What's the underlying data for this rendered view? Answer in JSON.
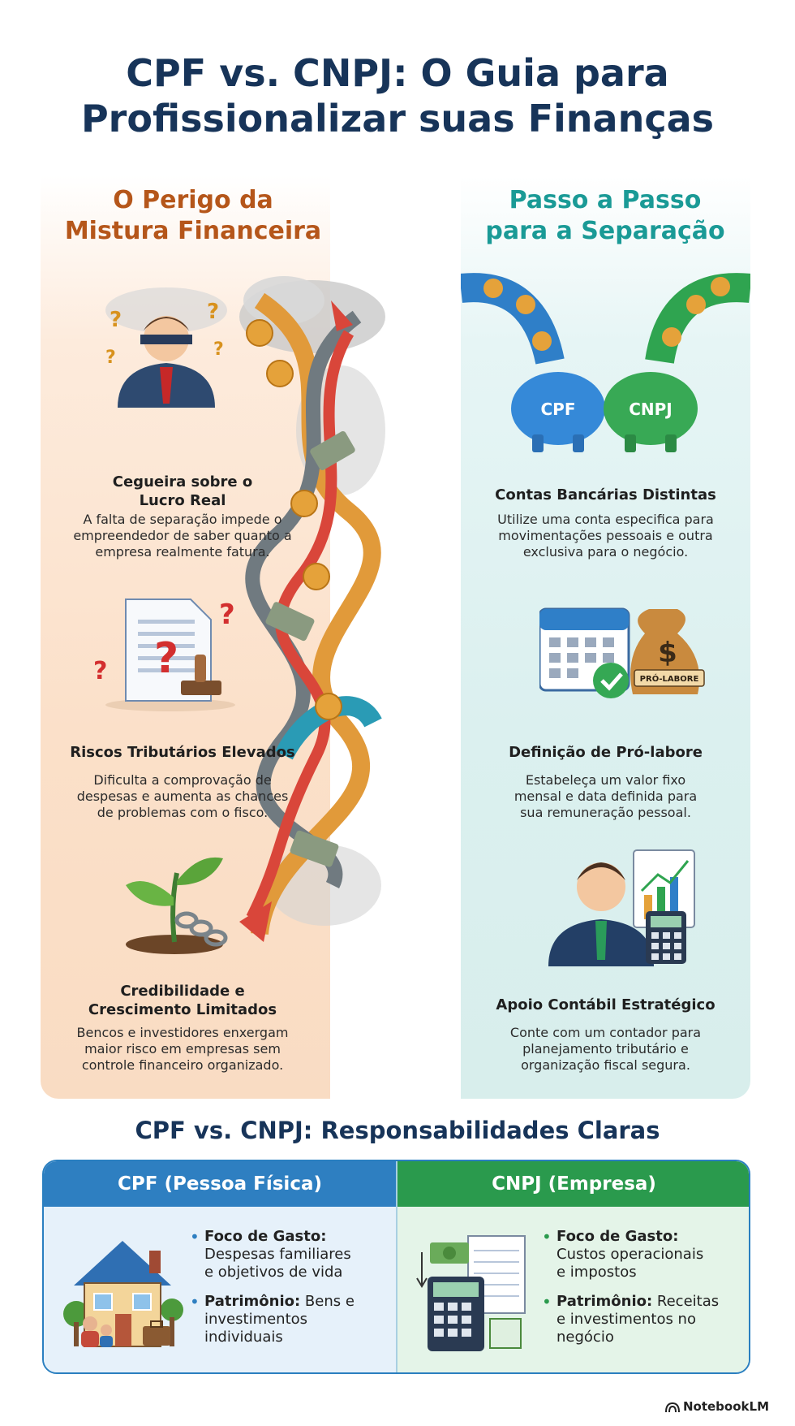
{
  "title": {
    "line1": "CPF vs. CNPJ: O Guia para",
    "line2": "Profissionalizar suas Finanças"
  },
  "left": {
    "heading_line1": "O Perigo da",
    "heading_line2": "Mistura Financeira",
    "items": [
      {
        "title_lines": [
          "Cegueira sobre o",
          "Lucro Real"
        ],
        "desc_lines": [
          "A falta de separação impede o",
          "empreendedor de saber quanto a",
          "empresa realmente fatura."
        ],
        "icon": "blindfolded-person-icon"
      },
      {
        "title_lines": [
          "Riscos Tributários Elevados"
        ],
        "desc_lines": [
          "Dificulta a comprovação de",
          "despesas e aumenta as chances",
          "de problemas com o fisco."
        ],
        "icon": "document-question-icon"
      },
      {
        "title_lines": [
          "Credibilidade e",
          "Crescimento Limitados"
        ],
        "desc_lines": [
          "Bencos e investidores enxergam",
          "maior risco em empresas sem",
          "controle financeiro organizado."
        ],
        "icon": "chained-plant-icon"
      }
    ],
    "accent": "#b5561a"
  },
  "right": {
    "heading_line1": "Passo a Passo",
    "heading_line2": "para a Separação",
    "items": [
      {
        "title_lines": [
          "Contas Bancárias Distintas"
        ],
        "desc_lines": [
          "Utilize uma conta especifica para",
          "movimentações pessoais e outra",
          "exclusiva para o negócio."
        ],
        "icon": "piggy-banks-icon",
        "labels": [
          "CPF",
          "CNPJ"
        ]
      },
      {
        "title_lines": [
          "Definição de Pró-labore"
        ],
        "desc_lines": [
          "Estabeleça um valor fixo",
          "mensal e data definida para",
          "sua remuneração pessoal."
        ],
        "icon": "calendar-money-bag-icon",
        "bag_label": "PRÓ-LABORE"
      },
      {
        "title_lines": [
          "Apoio Contábil Estratégico"
        ],
        "desc_lines": [
          "Conte com um contador para",
          "planejamento tributário e",
          "organização fiscal segura."
        ],
        "icon": "accountant-icon"
      }
    ],
    "accent": "#1a9a96"
  },
  "responsibilities": {
    "title": "CPF vs. CNPJ: Responsabilidades Claras",
    "cpf": {
      "header": "CPF (Pessoa Física)",
      "bullets": [
        {
          "label": "Foco de Gasto:",
          "lines": [
            "Despesas familiares",
            "e objetivos de vida"
          ]
        },
        {
          "label": "Patrimônio:",
          "first": " Bens e",
          "lines": [
            "investimentos",
            "individuais"
          ]
        }
      ],
      "icon": "house-family-icon",
      "color": "#2e7fc1"
    },
    "cnpj": {
      "header": "CNPJ (Empresa)",
      "bullets": [
        {
          "label": "Foco de Gasto:",
          "lines": [
            "Custos operacionais",
            "e impostos"
          ]
        },
        {
          "label": "Patrimônio:",
          "first": " Receitas",
          "lines": [
            "e investimentos no",
            "negócio"
          ]
        }
      ],
      "icon": "calculator-documents-icon",
      "color": "#2a9a4d"
    }
  },
  "brand": "NotebookLM"
}
